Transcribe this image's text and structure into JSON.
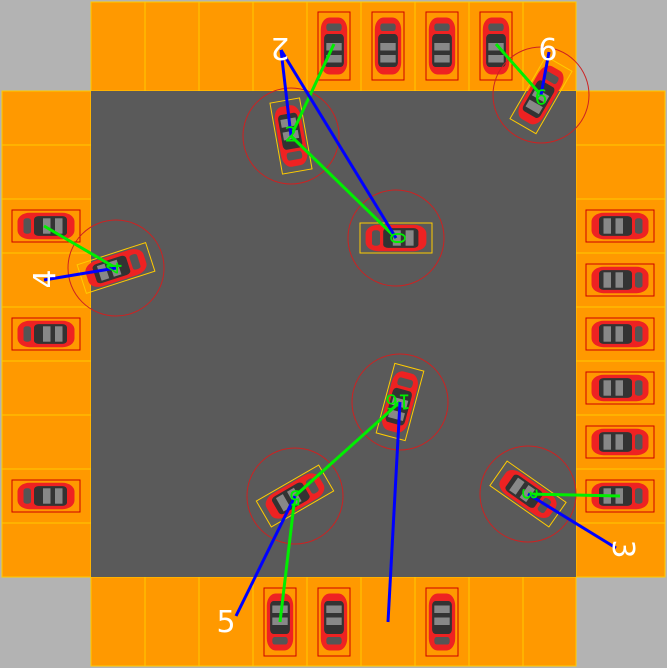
{
  "colors": {
    "corner": "#b3b3b3",
    "slot": "#ff9900",
    "slot_line": "#ffcc00",
    "floor": "#5a5a5a",
    "car_body": "#ee2222",
    "path_green": "#00ee00",
    "path_blue": "#0000ff",
    "circle": "#cc2222"
  },
  "labels": {
    "l2": "2",
    "l9": "9",
    "l4": "4",
    "l5": "5",
    "l3": "3"
  },
  "car_ids": {
    "c2": "2",
    "c9": "9",
    "c0": "0",
    "c4": "4",
    "c16": "16",
    "c5": "5",
    "c3": "3"
  }
}
